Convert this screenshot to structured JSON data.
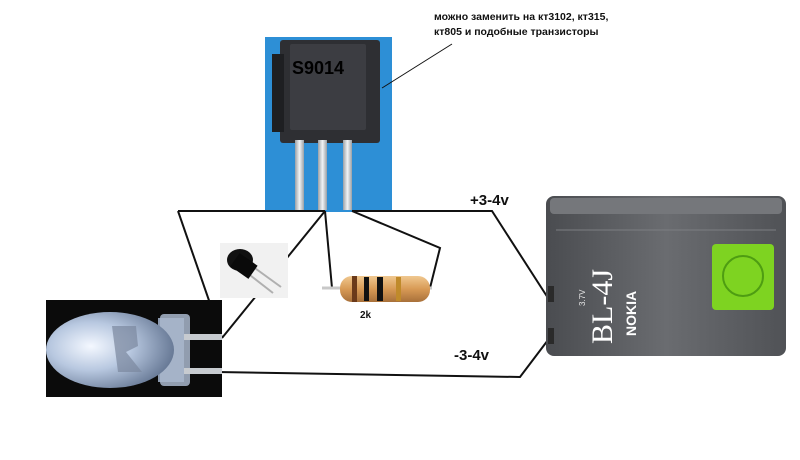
{
  "annotation": {
    "line1": "можно заменить на кт3102, кт315,",
    "line2": "кт805 и подобные транзисторы"
  },
  "transistor": {
    "label": "S9014"
  },
  "resistor": {
    "label": "2k"
  },
  "battery": {
    "plus_label": "+3-4v",
    "minus_label": "-3-4v",
    "model": "BL-4J",
    "brand": "NOKIA",
    "voltage": "3.7V"
  },
  "colors": {
    "transistor_background": "#2d8fd6",
    "battery_body": "#5e6064",
    "hologram": "#7ed321",
    "wire": "#111111"
  }
}
